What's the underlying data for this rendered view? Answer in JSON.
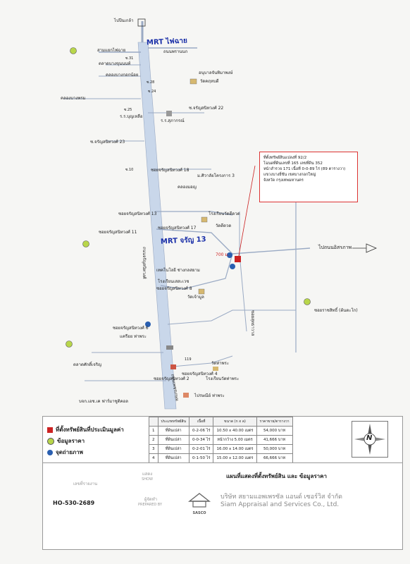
{
  "map": {
    "labels": {
      "to_pak_kret": "ไปปีนเกล้า",
      "samyaek_fai_chai": "สามแยกไฟฉาย",
      "fai_chai_market": "ตลาดบางขุนนนท์",
      "khlong_khud": "คลองบางกอกน้อย",
      "khlong_bang": "คลองบางพรม",
      "charansanit_22": "ซ.จรัญสนิทวงศ์ 22",
      "thanon_phran_nok": "ถนนพรานนก",
      "soi_31": "ซ.31",
      "soi_28": "ซ.28",
      "soi_24": "ซ.24",
      "soi_25": "ซ.25",
      "soi_23": "ซ.จรัญสนิทวงศ์ 23",
      "soi_10": "ซ.10",
      "soi_18": "ซอยจรัญสนิทวงศ์ 18",
      "bun_chaem": "ร.ร.บุญเหลือ",
      "suk_kran": "ร.ร.สุภากรณ์",
      "anuban": "อนุบาลจันทิมาพงษ์",
      "wat_khun_lek": "วัดคฤหบดี",
      "mrt_fai_chai": "MRT ไฟฉาย",
      "mrt_13": "MRT จรัญ 13",
      "ma_sirat": "ม.ศิวาลัยโครงการ 3",
      "khlong_mon": "คลองมอญ",
      "soi_13": "ซอยจรัญสนิทวงศ์ 13",
      "soi_17": "ซอยจรัญสนิทวงศ์ 17",
      "soi_11": "ซอยจรัญสนิทวงศ์ 11",
      "soi_8": "ซอยจรัญสนิทวงศ์ 8",
      "soi_6": "ซอยจรัญสนิทวงศ์ 6",
      "soi_4": "ซอยจรัญสนิทวงศ์ 4",
      "soi_2": "ซอยจรัญสนิทวงศ์ 2",
      "charansanit_road": "ถนนจรัญสนิทวงศ์",
      "school_wat_sai": "โรงเรียนวัดดีดวด",
      "wat_sai": "วัดดีดวด",
      "tech_bangkok": "เทคโนโลยี ช่างกลสยาม",
      "school_sayam": "โรงเรียนเสสะเวช",
      "wat_chao_mun": "วัดเจ้ามูล",
      "distance_700": "700 ม.",
      "to_isaraphap": "ไปถนนอิสรภาพ",
      "soi_isaraphap": "ซอยสุทธาวาส",
      "soi_rat_sit": "ซอยราชสิทธิ์ (ต้นตะโก)",
      "kpi_tha_phra": "แครือย ท่าพระ",
      "talad_thong": "ตลาดศักดิ์เจริญ",
      "bank": "บจก.เอช.เค ฟาร์มาซูติคอล",
      "road_119": "119",
      "wat_tha_phra": "วัดท่าพระ",
      "school_tha_phra": "โรงเรียนวัดท่าพระ",
      "post_tha_phra": "ไปรษณีย์ ท่าพระ",
      "phetkasem": "ถนนเพชรเกษม"
    },
    "infobox": {
      "line1": "ที่ตั้งทรัพย์สินแปลงที่ 92/2",
      "line2": "โฉนดที่ดินเลขที่ 165 เลขที่ดิน 352",
      "line3": "หน้าสำรวจ 171 เนื้อที่ 0-0-89 ไร่ (89 ตารางวา)",
      "line4": "แขวงบางยี่ขัน เขตบางกอกใหญ่",
      "line5": "จังหวัด กรุงเทพมหานคร"
    }
  },
  "legend": {
    "subject": "ที่ตั้งทรัพย์สินที่ประเมินมูลค่า",
    "price_info": "ข้อมูลราคา",
    "photo": "จุดถ่ายภาพ",
    "headers": [
      "ประเภททรัพย์สิน",
      "เนื้อที่",
      "ขนาด (ก x ล)",
      "ราคาขาย/ตารางวา"
    ],
    "rows": [
      {
        "no": "1",
        "type": "ที่ดินเปล่า",
        "area": "0-2-06 ไร่",
        "size": "10.50 x 40.00 เมตร",
        "price": "54,000 บาท"
      },
      {
        "no": "2",
        "type": "ที่ดินเปล่า",
        "area": "0-0-34 ไร่",
        "size": "หน้ากว้าง 5.00 เมตร",
        "price": "41,666 บาท"
      },
      {
        "no": "3",
        "type": "ที่ดินเปล่า",
        "area": "0-2-01 ไร่",
        "size": "16.00 x 14.00 เมตร",
        "price": "50,000 บาท"
      },
      {
        "no": "4",
        "type": "ที่ดินเปล่า",
        "area": "0-1-50 ไร่",
        "size": "15.00 x 12.00 เมตร",
        "price": "66,666 บาท"
      }
    ],
    "compass": "N"
  },
  "titleblock": {
    "report_no_label": "เลขที่รายงาน",
    "report_no": "HO-530-2689",
    "show_label": "แสดง",
    "show_en": "SHOW",
    "title": "แผนที่แสดงที่ตั้งทรัพย์สิน และ ข้อมูลราคา",
    "prepared_label": "ผู้จัดทำ",
    "prepared_en": "PREPARED BY",
    "company_th": "บริษัท สยามแอพเพรซัล แอนด์ เซอร์วิส จำกัด",
    "company_en": "Siam Appraisal and Services Co., Ltd.",
    "logo": "SASCO"
  },
  "colors": {
    "road": "#c9d7ea",
    "road_edge": "#9aaac4",
    "subject": "#cc2222",
    "price": "#b8d64a",
    "photo": "#2a5fb0"
  }
}
